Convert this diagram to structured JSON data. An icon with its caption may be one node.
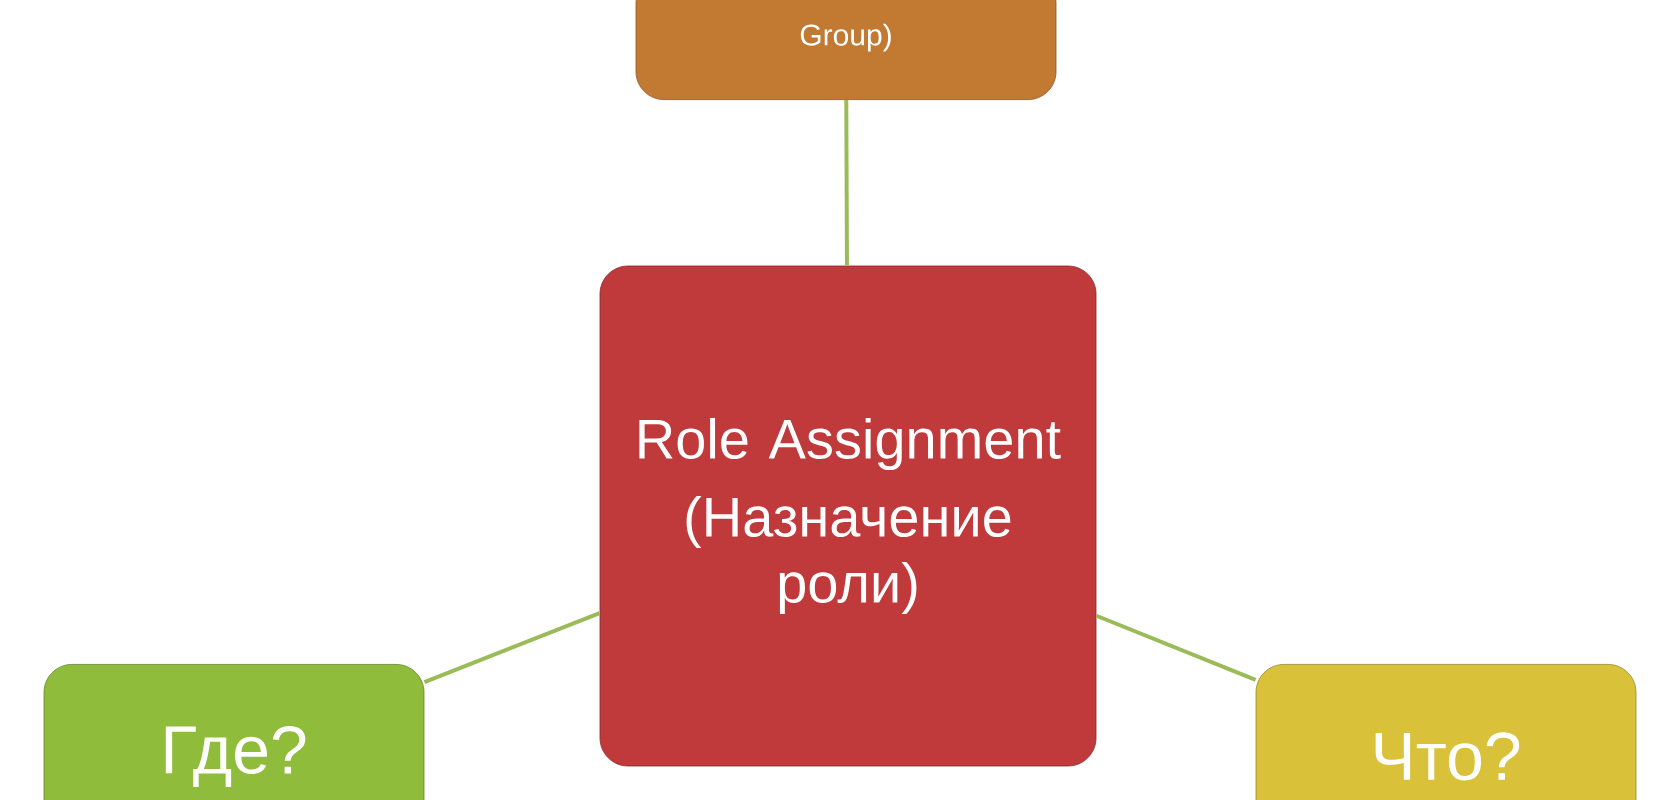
{
  "diagram": {
    "nodes": [
      {
        "text": [
          "Group)"
        ]
      },
      {
        "text": [
          "Role Assignment",
          "(Назначение роли)"
        ]
      },
      {
        "text": [
          "Где?"
        ]
      },
      {
        "text": [
          "Что?"
        ]
      }
    ],
    "edges": [
      {
        "from": 1,
        "to": 0,
        "arrow": "none"
      },
      {
        "from": 1,
        "to": 2,
        "arrow": "none"
      },
      {
        "from": 1,
        "to": 3,
        "arrow": "none"
      }
    ]
  }
}
